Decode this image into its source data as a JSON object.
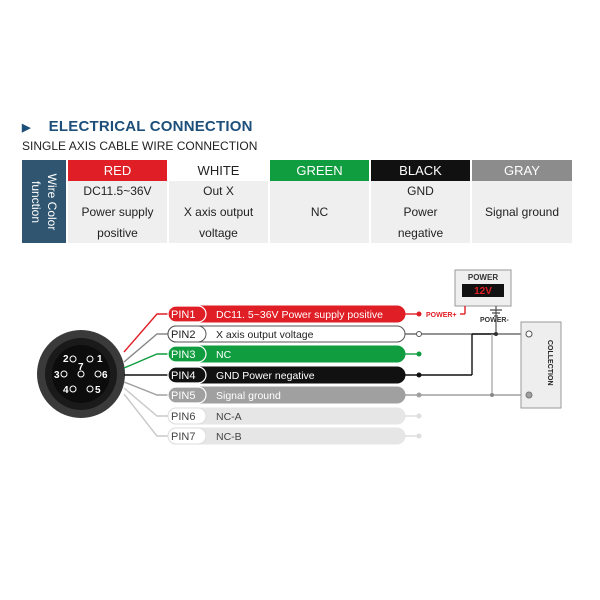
{
  "title": "ELECTRICAL CONNECTION",
  "subtitle": "SINGLE AXIS CABLE WIRE CONNECTION",
  "table": {
    "side_label_1": "Wire Color",
    "side_label_2": "function",
    "columns": [
      {
        "color_name": "RED",
        "header_bg": "#e01e25",
        "header_fg": "#ffffff",
        "function": "DC11.5~36V\nPower supply\npositive"
      },
      {
        "color_name": "WHITE",
        "header_bg": "#ffffff",
        "header_fg": "#222222",
        "function": "Out X\nX axis output\nvoltage"
      },
      {
        "color_name": "GREEN",
        "header_bg": "#0f9d3f",
        "header_fg": "#ffffff",
        "function": "NC"
      },
      {
        "color_name": "BLACK",
        "header_bg": "#111111",
        "header_fg": "#ffffff",
        "function": "GND\nPower\nnegative"
      },
      {
        "color_name": "GRAY",
        "header_bg": "#8c8c8c",
        "header_fg": "#ffffff",
        "function": "Signal ground"
      }
    ]
  },
  "connector": {
    "pin_labels": [
      "1",
      "2",
      "3",
      "4",
      "5",
      "6",
      "7"
    ]
  },
  "pins": [
    {
      "pin": "PIN1",
      "label": "DC11. 5~36V Power supply positive",
      "color": "#e01e25",
      "text_color": "#ffffff"
    },
    {
      "pin": "PIN2",
      "label": "X axis output voltage",
      "color": "#ffffff",
      "text_color": "#222222"
    },
    {
      "pin": "PIN3",
      "label": "NC",
      "color": "#0f9d3f",
      "text_color": "#ffffff"
    },
    {
      "pin": "PIN4",
      "label": "GND Power negative",
      "color": "#111111",
      "text_color": "#ffffff"
    },
    {
      "pin": "PIN5",
      "label": "Signal ground",
      "color": "#a0a0a0",
      "text_color": "#ffffff"
    },
    {
      "pin": "PIN6",
      "label": "NC-A",
      "color": "#e6e6e6",
      "text_color": "#444444"
    },
    {
      "pin": "PIN7",
      "label": "NC-B",
      "color": "#e6e6e6",
      "text_color": "#444444"
    }
  ],
  "power_supply": {
    "title": "POWER",
    "display": "12V",
    "plus_label": "POWER+",
    "minus_label": "POWER-",
    "accent": "#e01e25"
  },
  "collection": {
    "label": "COLLECTION"
  }
}
